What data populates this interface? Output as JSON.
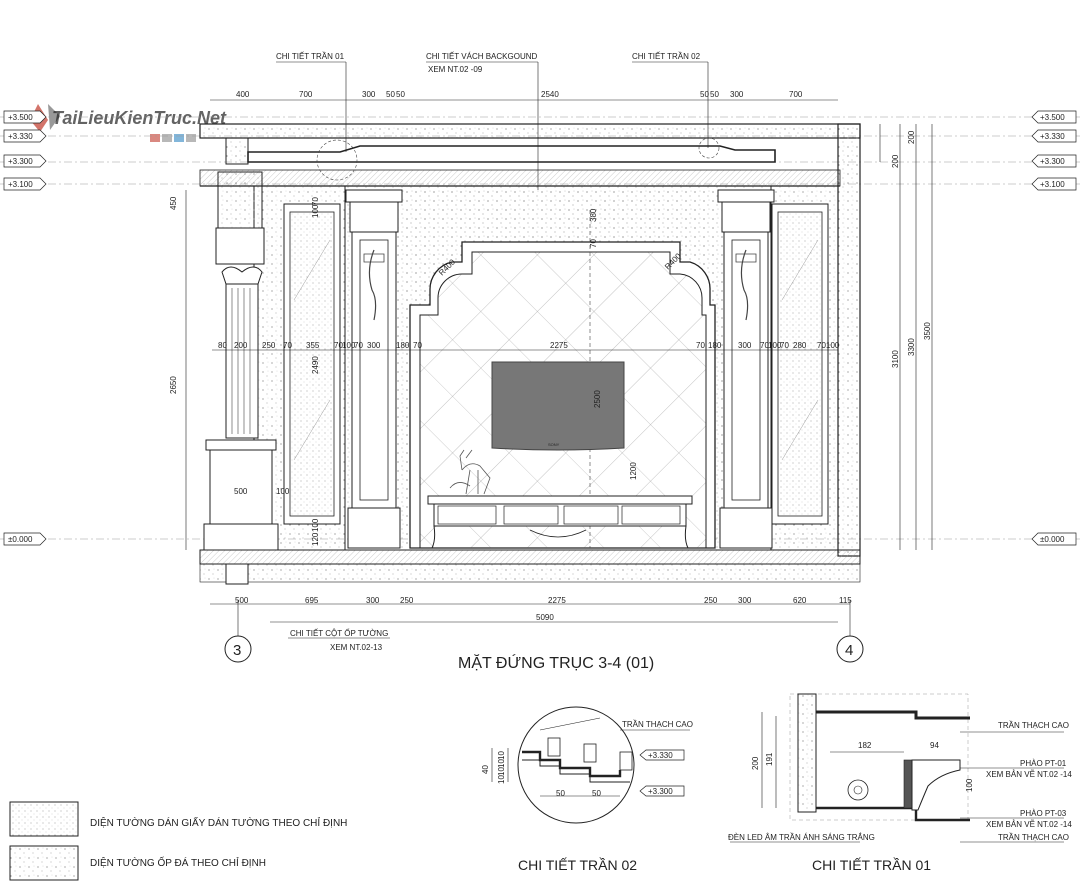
{
  "watermark": {
    "text": "TaiLieuKienTruc.Net"
  },
  "callouts": {
    "ceiling_detail_1": "CHI TIẾT TRẦN 01",
    "background_detail": "CHI TIẾT VÁCH BACKGOUND",
    "background_ref": "XEM NT.02 -09",
    "ceiling_detail_2": "CHI TIẾT TRẦN 02",
    "column_detail": "CHI TIẾT CỘT ỐP TƯỜNG",
    "column_ref": "XEM NT.02-13"
  },
  "levels_left": [
    "+3.500",
    "+3.330",
    "+3.300",
    "+3.100",
    "±0.000"
  ],
  "levels_right": [
    "+3.500",
    "+3.330",
    "+3.300",
    "+3.100",
    "±0.000"
  ],
  "top_dims": [
    "400",
    "700",
    "300",
    "50",
    "50",
    "2540",
    "50",
    "50",
    "300",
    "700"
  ],
  "inner_dims": [
    "80",
    "200",
    "250",
    "70",
    "355",
    "70",
    "100",
    "70",
    "300",
    "180",
    "70",
    "2275",
    "70",
    "180",
    "300",
    "70",
    "100",
    "70",
    "280",
    "70",
    "100"
  ],
  "bottom_dims": [
    "500",
    "695",
    "300",
    "250",
    "2275",
    "250",
    "300",
    "620",
    "115"
  ],
  "total_dim": "5090",
  "vertical_dims_left": [
    "450",
    "2650",
    "500",
    "120",
    "100"
  ],
  "vertical_dims_right": [
    "200",
    "200",
    "3100",
    "3300",
    "3500"
  ],
  "inner_vertical": [
    "100",
    "70",
    "2490",
    "380",
    "2500",
    "1200",
    "100",
    "70",
    "R400",
    "R400"
  ],
  "grid": {
    "left": "3",
    "right": "4"
  },
  "drawing_title": "MẶT ĐỨNG TRỤC 3-4 (01)",
  "legend": [
    {
      "text": "DIỆN TƯỜNG DÁN GIẤY DÁN TƯỜNG THEO CHỈ ĐỊNH"
    },
    {
      "text": "DIỆN TƯỜNG ỐP ĐÁ THEO CHỈ ĐỊNH"
    }
  ],
  "detail_02": {
    "title": "CHI TIẾT TRẦN 02",
    "label": "TRẦN THẠCH CAO",
    "levels": [
      "+3.330",
      "+3.300"
    ],
    "dims": [
      "50",
      "50",
      "40",
      "10",
      "10",
      "10",
      "10"
    ]
  },
  "detail_01": {
    "title": "CHI TIẾT TRẦN 01",
    "labels": [
      "TRẦN THẠCH CAO",
      "PHÀO PT-01",
      "XEM BẢN VẼ NT.02 -14",
      "PHÀO PT-03",
      "XEM BẢN VẼ NT.02 -14",
      "ĐÈN LED ÂM TRẦN ÁNH SÁNG TRẮNG",
      "TRẦN THẠCH CAO"
    ],
    "dims": [
      "182",
      "94",
      "200",
      "191",
      "100"
    ]
  },
  "tv_brand": "SONY"
}
